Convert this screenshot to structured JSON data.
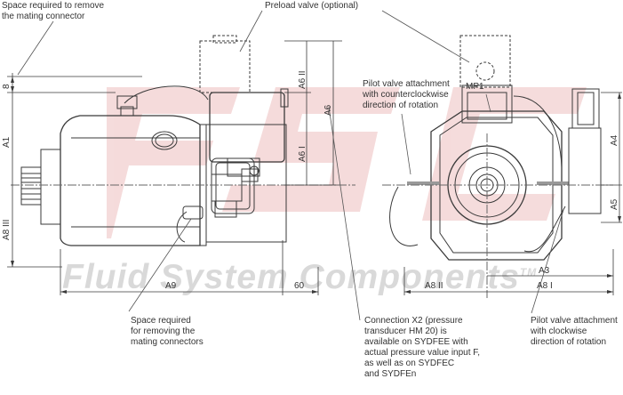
{
  "watermark": {
    "text": "Fluid System Components",
    "trademark": "TM",
    "logo_text": "FSC"
  },
  "callouts": {
    "space_remove_mating_connector": "Space required to remove\nthe mating connector",
    "preload_valve": "Preload valve (optional)",
    "pilot_ccw": "Pilot valve attachment\nwith counterclockwise\ndirection of rotation",
    "mp1": "MP1",
    "space_removing_mating_connectors": "Space required\nfor removing the\nmating connectors",
    "connection_x2": "Connection X2 (pressure\ntransducer HM 20) is\navailable on SYDFEE with\nactual pressure value input F,\nas well as on SYDFEC\nand SYDFEn",
    "pilot_cw": "Pilot valve attachment\nwith clockwise\ndirection of rotation"
  },
  "dimensions": {
    "d8": "8",
    "a1": "A1",
    "a8iii": "A8 III",
    "a6ii": "A6 II",
    "a6": "A6",
    "a6i": "A6 I",
    "a9": "A9",
    "d60": "60",
    "a8ii": "A8 II",
    "a3": "A3",
    "a8i": "A8 I",
    "a4": "A4",
    "a5": "A5"
  },
  "colors": {
    "line": "#3a3a3a",
    "watermark": "#d9d9d9",
    "watermark_red": "#f2c9c9",
    "dashed": "#555555"
  }
}
